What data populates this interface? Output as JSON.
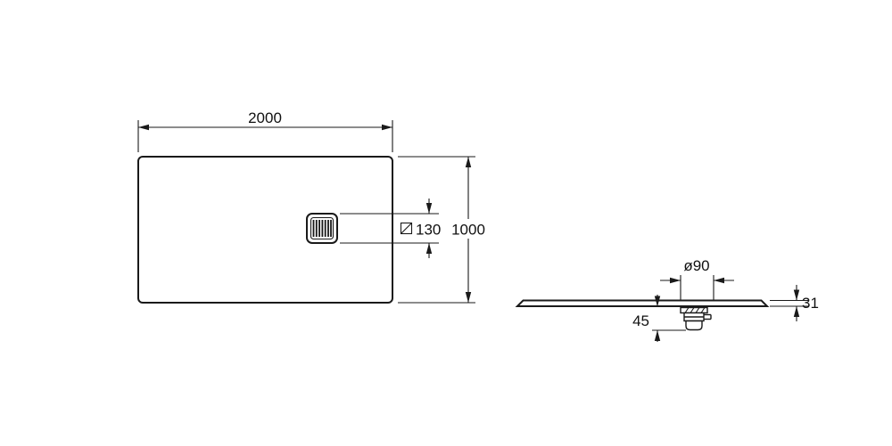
{
  "colors": {
    "background": "#ffffff",
    "line": "#1a1a1a"
  },
  "plan_view": {
    "width_dim_label": "2000",
    "height_dim_label": "1000",
    "drain_size_label": "130",
    "drain_size_symbol": "square-section-symbol"
  },
  "side_view": {
    "drain_diameter_label": "ø90",
    "thickness_label": "31",
    "trap_depth_label": "45"
  }
}
